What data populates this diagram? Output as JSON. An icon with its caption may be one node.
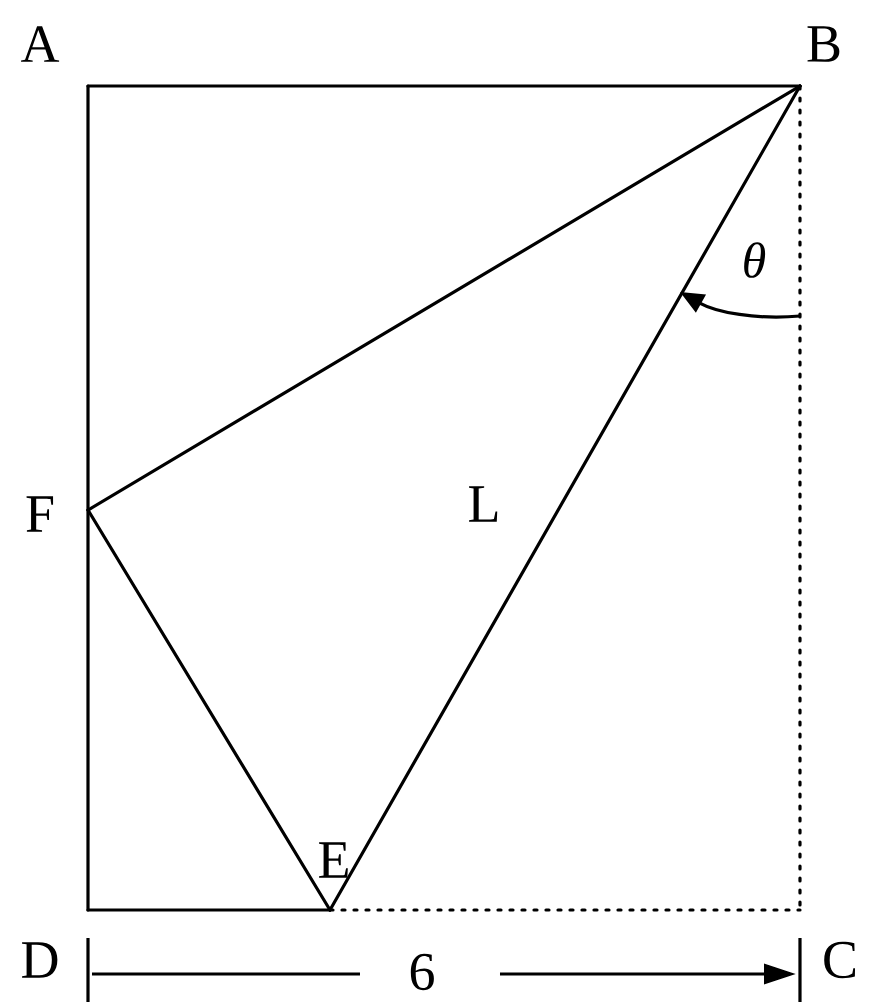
{
  "diagram": {
    "nodes": [
      {
        "text": [
          "A"
        ]
      },
      {
        "text": [
          "B"
        ]
      },
      {
        "text": [
          "F"
        ]
      },
      {
        "text": [
          "E"
        ]
      },
      {
        "text": [
          "D"
        ]
      },
      {
        "text": [
          "C"
        ]
      }
    ],
    "edges": [
      {
        "from": 0,
        "to": 1,
        "arrow": "none"
      },
      {
        "from": 0,
        "to": 4,
        "arrow": "none"
      },
      {
        "from": 4,
        "to": 3,
        "arrow": "none"
      },
      {
        "from": 2,
        "to": 1,
        "arrow": "none"
      },
      {
        "from": 2,
        "to": 3,
        "arrow": "none"
      },
      {
        "from": 1,
        "to": 3,
        "arrow": "none",
        "label": "L"
      },
      {
        "from": 1,
        "to": 5,
        "arrow": "none",
        "style": "dashed"
      },
      {
        "from": 3,
        "to": 5,
        "arrow": "none",
        "style": "dashed"
      }
    ],
    "labels": [
      "θ",
      "6"
    ]
  }
}
